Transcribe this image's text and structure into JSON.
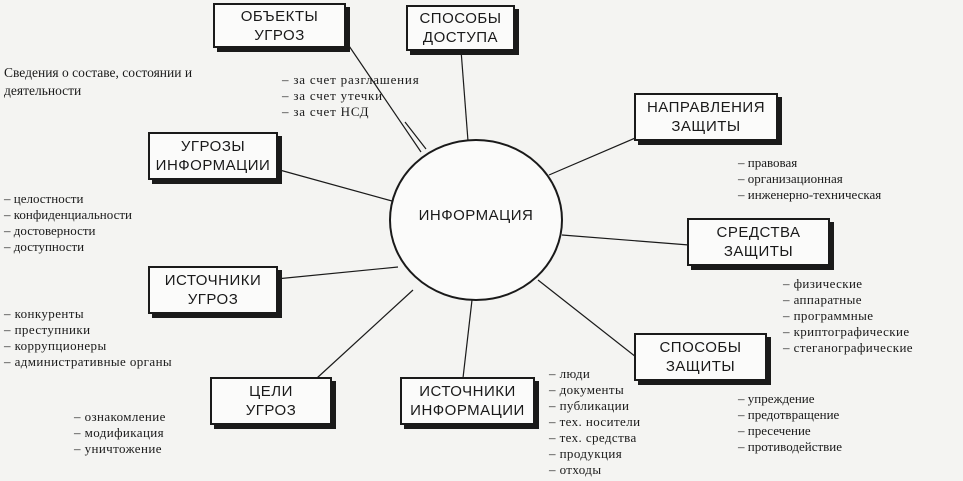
{
  "center": {
    "label": "ИНФОРМАЦИЯ"
  },
  "nodes": {
    "threat_objects": "ОБЪЕКТЫ\nУГРОЗ",
    "access_methods": "СПОСОБЫ\nДОСТУПА",
    "protection_directions": "НАПРАВЛЕНИЯ\nЗАЩИТЫ",
    "information_threats": "УГРОЗЫ\nИНФОРМАЦИИ",
    "protection_means": "СРЕДСТВА\nЗАЩИТЫ",
    "threat_sources": "ИСТОЧНИКИ\nУГРОЗ",
    "protection_methods": "СПОСОБЫ\nЗАЩИТЫ",
    "threat_goals": "ЦЕЛИ\nУГРОЗ",
    "information_sources": "ИСТОЧНИКИ\nИНФОРМАЦИИ"
  },
  "note": "Сведения о составе, состоянии и деятельности",
  "lists": {
    "access_methods": [
      "за счет разглашения",
      "за счет утечки",
      "за счет НСД"
    ],
    "protection_directions": [
      "правовая",
      "организационная",
      "инженерно-техническая"
    ],
    "threats": [
      "целостности",
      "конфиденциальности",
      "достоверности",
      "доступности"
    ],
    "protection_means": [
      "физические",
      "аппаратные",
      "программные",
      "криптографические",
      "стеганографические"
    ],
    "threat_sources": [
      "конкуренты",
      "преступники",
      "коррупционеры",
      "административные органы"
    ],
    "protection_methods": [
      "упреждение",
      "предотвращение",
      "пресечение",
      "противодействие"
    ],
    "threat_goals": [
      "ознакомление",
      "модификация",
      "уничтожение"
    ],
    "information_sources": [
      "люди",
      "документы",
      "публикации",
      "тех. носители",
      "тех. средства",
      "продукция",
      "отходы"
    ]
  }
}
